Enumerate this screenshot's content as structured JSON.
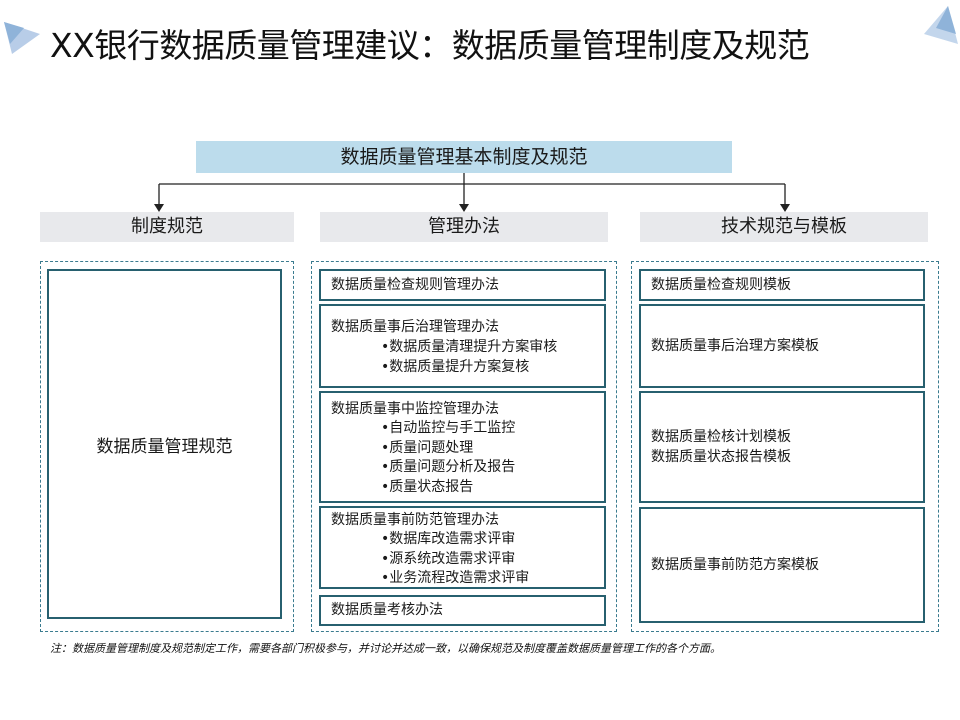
{
  "title": "XX银行数据质量管理建议：数据质量管理制度及规范",
  "root": {
    "label": "数据质量管理基本制度及规范"
  },
  "columns": [
    {
      "header": "制度规范"
    },
    {
      "header": "管理办法"
    },
    {
      "header": "技术规范与模板"
    }
  ],
  "policy": {
    "label": "数据质量管理规范"
  },
  "measures": [
    {
      "title": "数据质量检查规则管理办法",
      "subs": []
    },
    {
      "title": "数据质量事后治理管理办法",
      "subs": [
        "•数据质量清理提升方案审核",
        "•数据质量提升方案复核"
      ]
    },
    {
      "title": "数据质量事中监控管理办法",
      "subs": [
        "•自动监控与手工监控",
        "•质量问题处理",
        "•质量问题分析及报告",
        "•质量状态报告"
      ]
    },
    {
      "title": "数据质量事前防范管理办法",
      "subs": [
        "•数据库改造需求评审",
        "•源系统改造需求评审",
        "•业务流程改造需求评审"
      ]
    },
    {
      "title": "数据质量考核办法",
      "subs": []
    }
  ],
  "templates": [
    {
      "lines": [
        "数据质量检查规则模板"
      ]
    },
    {
      "lines": [
        "数据质量事后治理方案模板"
      ]
    },
    {
      "lines": [
        "数据质量检核计划模板",
        "数据质量状态报告模板"
      ]
    },
    {
      "lines": [
        "数据质量事前防范方案模板"
      ]
    }
  ],
  "note": "注：数据质量管理制度及规范制定工作，需要各部门积极参与，并讨论并达成一致，以确保规范及制度覆盖数据质量管理工作的各个方面。",
  "colors": {
    "accent_fill": "#bcdcec",
    "header_fill": "#e8e9ec",
    "border": "#27606f",
    "dashed": "#3a7b8f",
    "corner": "#8fb3d9"
  }
}
